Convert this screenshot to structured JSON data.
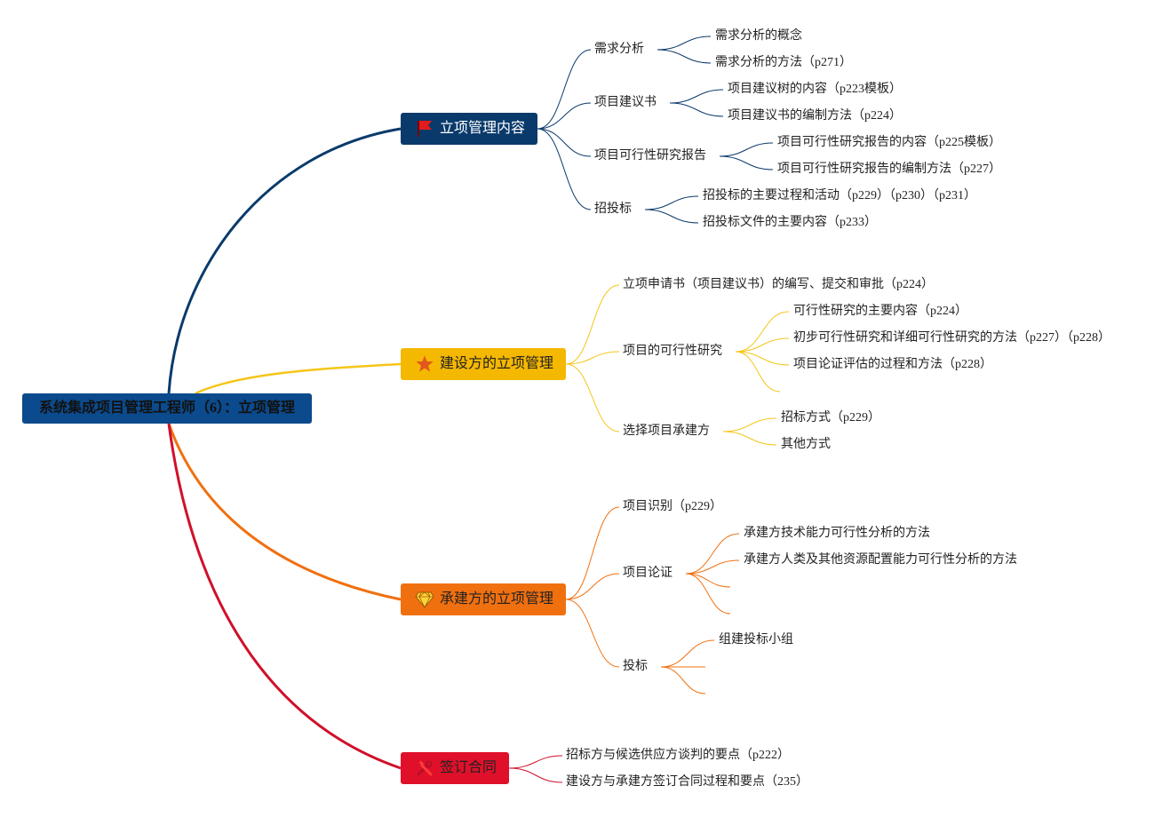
{
  "root": {
    "label": "系统集成项目管理工程师（6）：立项管理",
    "color": "#0b4a8c"
  },
  "branches": [
    {
      "label": "立项管理内容",
      "icon": "flag-icon",
      "color": "#0a3a6b",
      "text_color": "#ffffff",
      "children": [
        {
          "label": "需求分析",
          "children": [
            "需求分析的概念",
            "需求分析的方法（p271）"
          ]
        },
        {
          "label": "项目建议书",
          "children": [
            "项目建议树的内容（p223模板）",
            "项目建议书的编制方法（p224）"
          ]
        },
        {
          "label": "项目可行性研究报告",
          "children": [
            "项目可行性研究报告的内容（p225模板）",
            "项目可行性研究报告的编制方法（p227）"
          ]
        },
        {
          "label": "招投标",
          "children": [
            "招投标的主要过程和活动（p229）（p230）（p231）",
            "招投标文件的主要内容（p233）"
          ]
        }
      ]
    },
    {
      "label": "建设方的立项管理",
      "icon": "star-icon",
      "color": "#f5b800",
      "text_color": "#222222",
      "children": [
        {
          "label": "立项申请书（项目建议书）的编写、提交和审批（p224）",
          "children": []
        },
        {
          "label": "项目的可行性研究",
          "children": [
            "可行性研究的主要内容（p224）",
            "初步可行性研究和详细可行性研究的方法（p227）（p228）",
            "项目论证评估的过程和方法（p228）",
            ""
          ]
        },
        {
          "label": "选择项目承建方",
          "children": [
            "招标方式（p229）",
            "其他方式"
          ]
        }
      ]
    },
    {
      "label": "承建方的立项管理",
      "icon": "diamond-icon",
      "color": "#f07010",
      "text_color": "#222222",
      "children": [
        {
          "label": "项目识别（p229）",
          "children": []
        },
        {
          "label": "项目论证",
          "children": [
            "承建方技术能力可行性分析的方法",
            "承建方人类及其他资源配置能力可行性分析的方法",
            "",
            ""
          ]
        },
        {
          "label": "投标",
          "children": [
            "组建投标小组",
            "",
            ""
          ]
        }
      ]
    },
    {
      "label": "签订合同",
      "icon": "tools-icon",
      "color": "#e0102a",
      "text_color": "#222222",
      "children": [
        {
          "label": "招标方与候选供应方谈判的要点（p222）",
          "children": []
        },
        {
          "label": "建设方与承建方签订合同过程和要点（235）",
          "children": []
        }
      ]
    }
  ],
  "line_colors": [
    "#0a3a6b",
    "#f5c518",
    "#f07010",
    "#d0102a"
  ]
}
